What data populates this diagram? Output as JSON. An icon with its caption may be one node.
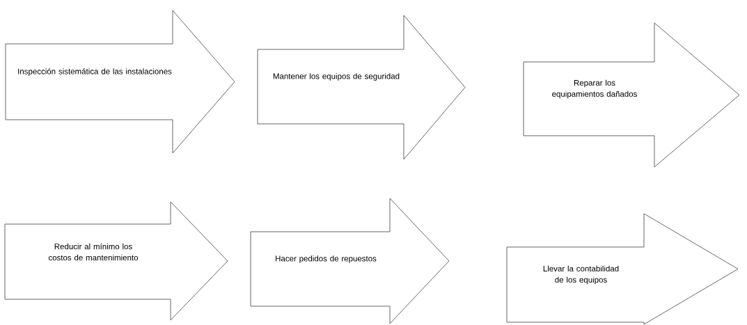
{
  "diagram": {
    "nodes": [
      {
        "text": [
          "Inspección sistemática de las instalaciones"
        ]
      },
      {
        "text": [
          "Mantener los equipos de seguridad"
        ]
      },
      {
        "text": [
          "Reparar los equipamientos dañados"
        ]
      },
      {
        "text": [
          "Reducir al mínimo los costos de mantenimiento"
        ]
      },
      {
        "text": [
          "Hacer pedidos de repuestos"
        ]
      },
      {
        "text": [
          "Llevar la contabilidad de los equipos"
        ]
      }
    ]
  }
}
